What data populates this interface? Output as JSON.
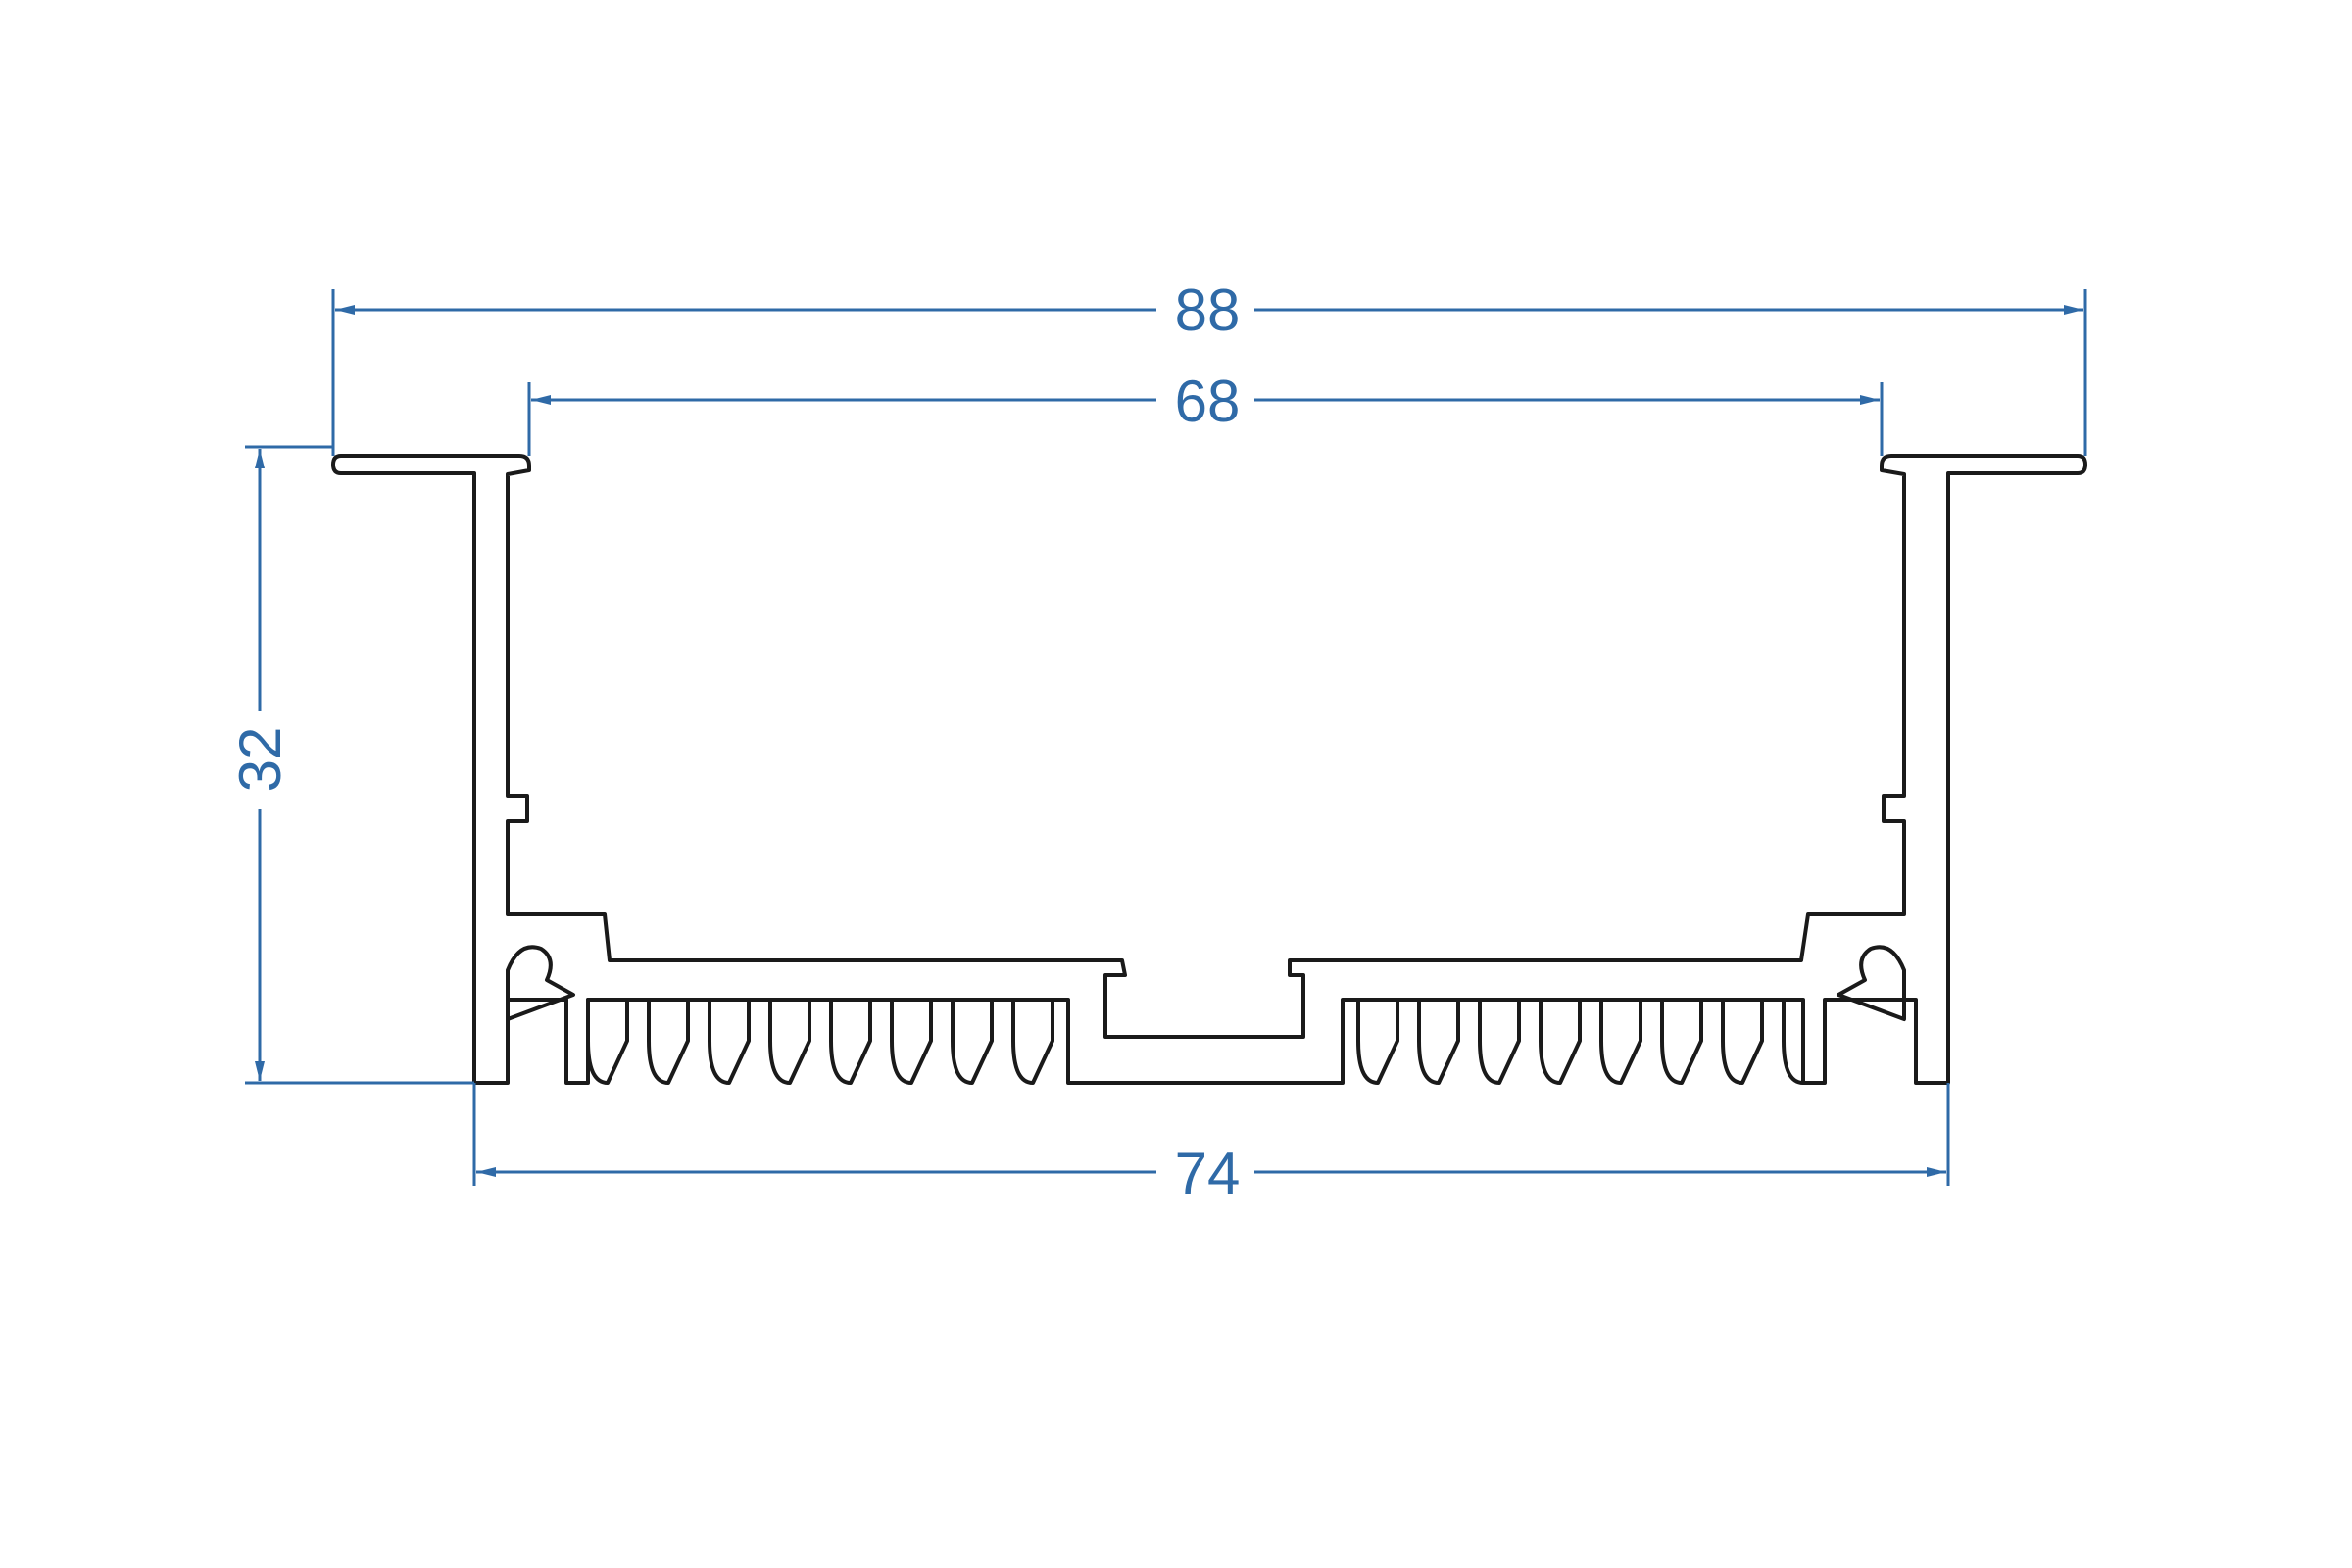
{
  "colors": {
    "background": "#ffffff",
    "profile_stroke": "#1a1a1a",
    "dimension": "#2f6aa7"
  },
  "dimensions": {
    "overall_width": "88",
    "inner_width": "68",
    "base_width": "74",
    "height": "32"
  }
}
